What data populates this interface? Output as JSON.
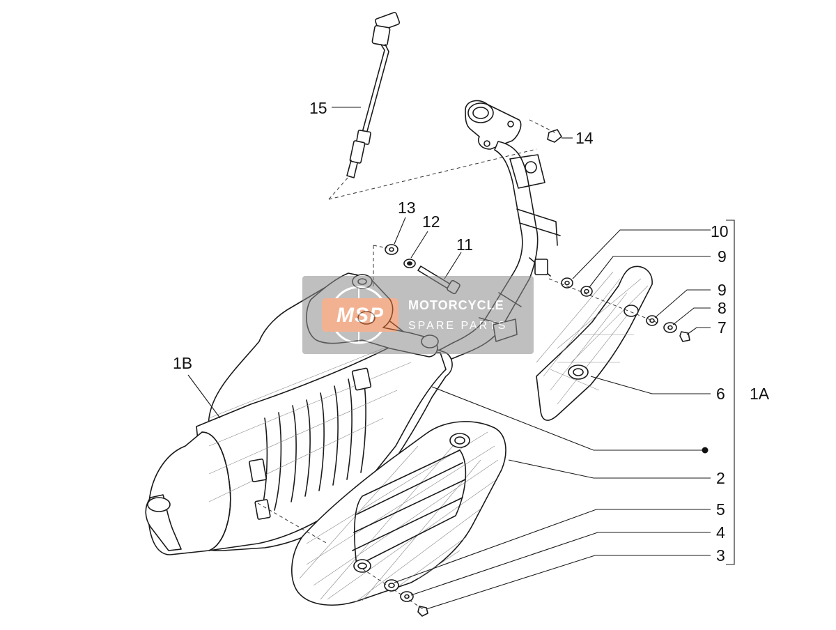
{
  "callouts": {
    "c15": "15",
    "c14": "14",
    "c13": "13",
    "c12": "12",
    "c11": "11",
    "c10": "10",
    "c9a": "9",
    "c9b": "9",
    "c8": "8",
    "c7": "7",
    "c6": "6",
    "c1A": "1A",
    "c1B": "1B",
    "c2": "2",
    "c5": "5",
    "c4": "4",
    "c3": "3"
  },
  "watermark": {
    "logo": "MSP",
    "line1": "MOTORCYCLE",
    "line2": "SPARE PARTS"
  },
  "colors": {
    "watermark_bg": "#8c8c8c",
    "watermark_logo": "#e8743a",
    "line": "#1a1a1a"
  }
}
